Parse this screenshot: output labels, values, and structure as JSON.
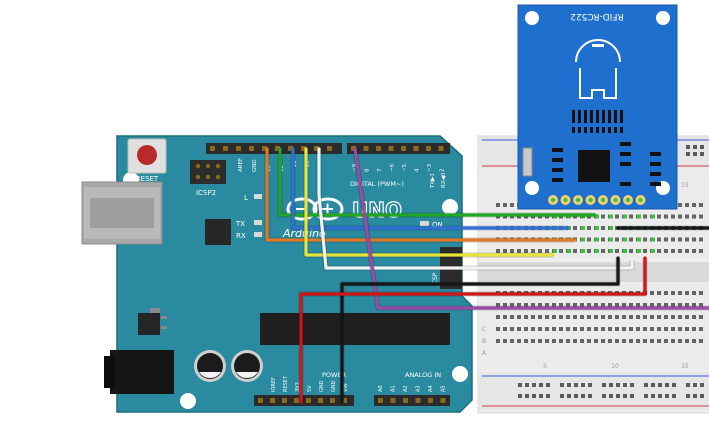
{
  "arduino": {
    "reset_label": "RESET",
    "icsp_label": "ICSP2",
    "aref_label": "AREF",
    "gnd_label": "GND",
    "l_label": "L",
    "tx_label": "TX",
    "rx_label": "RX",
    "on_label": "ON",
    "digital_label": "DIGITAL (PWM~)",
    "uno_label": "UNO",
    "brand_label": "Arduino",
    "icsp_side_label": "ICSP",
    "power_label": "POWER",
    "analog_label": "ANALOG IN",
    "tx0_label": "TX▶1",
    "rx0_label": "RX◀0",
    "digital_pins": [
      "13",
      "12",
      "~11",
      "~10",
      "~9",
      "8",
      "7",
      "~6",
      "~5",
      "4",
      "~3",
      "2"
    ],
    "power_pins": [
      "IOREF",
      "RESET",
      "3V3",
      "5V",
      "GND",
      "GND",
      "VIN"
    ],
    "analog_pins": [
      "A0",
      "A1",
      "A2",
      "A3",
      "A4",
      "A5"
    ]
  },
  "rfid": {
    "label": "RFID-RC522"
  },
  "breadboard": {
    "col_numbers": [
      "5",
      "10",
      "15"
    ],
    "row_letters": [
      "A",
      "B",
      "C"
    ]
  },
  "wires": {
    "colors": {
      "green": "#22a722",
      "blue": "#2f6fd6",
      "orange": "#e07a25",
      "yellow": "#e8e43a",
      "white": "#f2f2f2",
      "purple": "#9b4aa6",
      "black": "#151515",
      "red": "#d01616"
    }
  }
}
